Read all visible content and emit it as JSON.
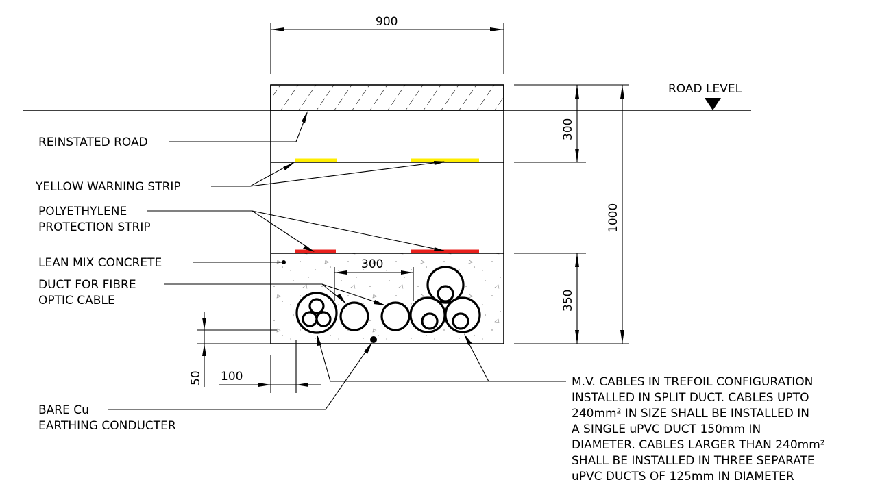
{
  "dimensions": {
    "width_900": "900",
    "depth_300": "300",
    "depth_1000": "1000",
    "depth_350": "350",
    "spacing_300": "300",
    "offset_100": "100",
    "offset_50": "50"
  },
  "labels": {
    "road_level": "ROAD LEVEL",
    "reinstated_road": "REINSTATED ROAD",
    "yellow_warning_strip": "YELLOW WARNING STRIP",
    "polyethylene_line1": "POLYETHYLENE",
    "polyethylene_line2": "PROTECTION STRIP",
    "lean_mix_concrete": "LEAN MIX CONCRETE",
    "duct_fibre_line1": "DUCT FOR FIBRE",
    "duct_fibre_line2": "OPTIC CABLE",
    "bare_cu_line1": "BARE Cu",
    "bare_cu_line2": "EARTHING CONDUCTER",
    "mv_note": [
      "M.V. CABLES IN TREFOIL CONFIGURATION",
      "INSTALLED IN SPLIT DUCT. CABLES UPTO",
      "240mm² IN SIZE SHALL BE INSTALLED IN",
      "A SINGLE uPVC DUCT 150mm IN",
      "DIAMETER. CABLES LARGER THAN 240mm²",
      "SHALL BE INSTALLED IN THREE SEPARATE",
      "uPVC DUCTS OF 125mm IN DIAMETER"
    ]
  },
  "colors": {
    "warning_strip": "#ffee00",
    "protection_strip": "#e8201c",
    "lines": "#000000"
  }
}
